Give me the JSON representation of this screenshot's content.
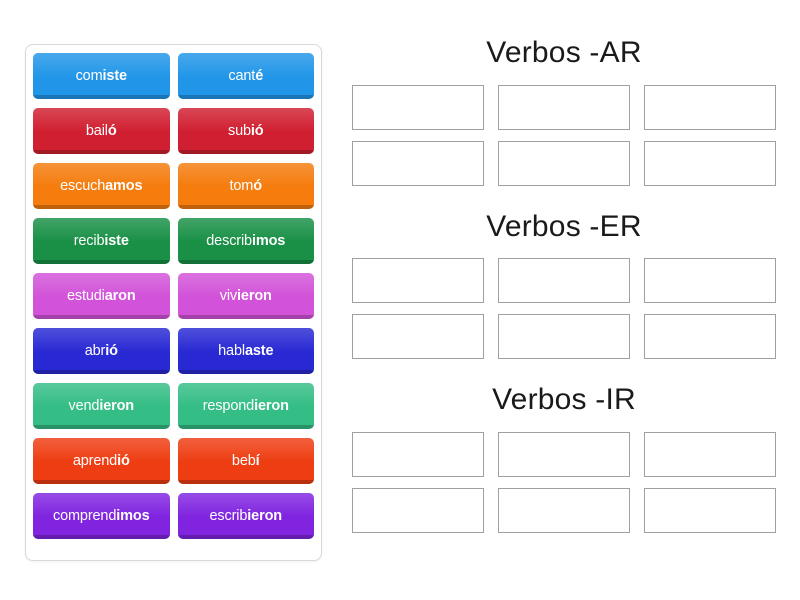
{
  "word_bank": {
    "name": "word-bank",
    "tiles": [
      {
        "text": "comiste",
        "stem": "com",
        "ending": "iste",
        "color": "#2196e8"
      },
      {
        "text": "canté",
        "stem": "cant",
        "ending": "é",
        "color": "#2196e8"
      },
      {
        "text": "bailó",
        "stem": "bail",
        "ending": "ó",
        "color": "#d01f30"
      },
      {
        "text": "subió",
        "stem": "sub",
        "ending": "ió",
        "color": "#d01f30"
      },
      {
        "text": "escuchamos",
        "stem": "escuch",
        "ending": "amos",
        "color": "#f57c0d"
      },
      {
        "text": "tomó",
        "stem": "tom",
        "ending": "ó",
        "color": "#f57c0d"
      },
      {
        "text": "recibiste",
        "stem": "recib",
        "ending": "iste",
        "color": "#199046"
      },
      {
        "text": "describimos",
        "stem": "describ",
        "ending": "imos",
        "color": "#199046"
      },
      {
        "text": "estudiaron",
        "stem": "estudi",
        "ending": "aron",
        "color": "#d253d9"
      },
      {
        "text": "vivieron",
        "stem": "viv",
        "ending": "ieron",
        "color": "#d253d9"
      },
      {
        "text": "abrió",
        "stem": "abr",
        "ending": "ió",
        "color": "#2929d4"
      },
      {
        "text": "hablaste",
        "stem": "habl",
        "ending": "aste",
        "color": "#2929d4"
      },
      {
        "text": "vendieron",
        "stem": "vend",
        "ending": "ieron",
        "color": "#34bd85"
      },
      {
        "text": "respondieron",
        "stem": "respond",
        "ending": "ieron",
        "color": "#34bd85"
      },
      {
        "text": "aprendió",
        "stem": "aprend",
        "ending": "ió",
        "color": "#ee3d12"
      },
      {
        "text": "bebí",
        "stem": "beb",
        "ending": "í",
        "color": "#ee3d12"
      },
      {
        "text": "comprendimos",
        "stem": "comprend",
        "ending": "imos",
        "color": "#8024e0"
      },
      {
        "text": "escribieron",
        "stem": "escrib",
        "ending": "ieron",
        "color": "#8024e0"
      }
    ]
  },
  "categories": [
    {
      "title": "Verbos -AR",
      "slots": [
        "",
        "",
        "",
        "",
        "",
        ""
      ]
    },
    {
      "title": "Verbos -ER",
      "slots": [
        "",
        "",
        "",
        "",
        "",
        ""
      ]
    },
    {
      "title": "Verbos -IR",
      "slots": [
        "",
        "",
        "",
        "",
        "",
        ""
      ]
    }
  ],
  "colors": {
    "page_background": "#ffffff",
    "panel_border": "#d8d8d8",
    "slot_border": "#a0a0a0",
    "title_text": "#1a1a1a",
    "tile_text": "#ffffff"
  }
}
